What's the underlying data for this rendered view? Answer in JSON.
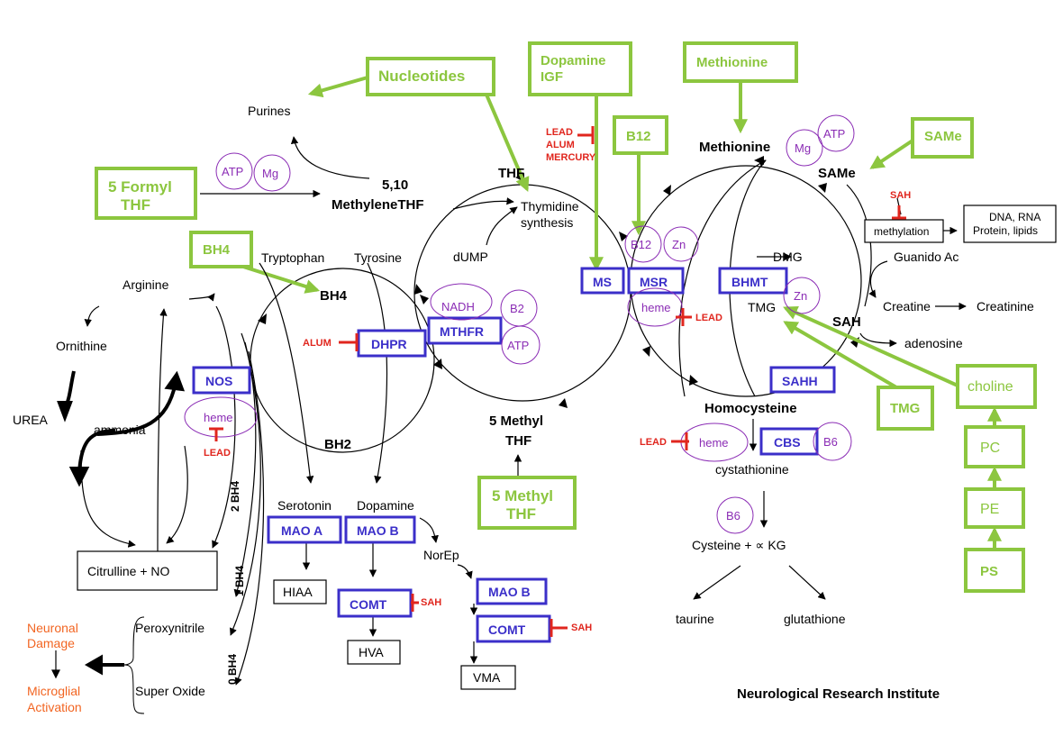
{
  "labels": {
    "nucleotides": "Nucleotides",
    "dopamine_igf_1": "Dopamine",
    "dopamine_igf_2": "IGF",
    "methionine_box": "Methionine",
    "b12_box": "B12",
    "same_box": "SAMe",
    "formyl_1": "5 Formyl",
    "formyl_2": "THF",
    "bh4_box": "BH4",
    "methyl_box_1": "5 Methyl",
    "methyl_box_2": "THF",
    "tmg_box": "TMG",
    "choline_box": "choline",
    "pc_box": "PC",
    "pe_box": "PE",
    "ps_box": "PS",
    "purines": "Purines",
    "methylene_1": "5,10",
    "methylene_2": "MethyleneTHF",
    "thf": "THF",
    "thymidine_1": "Thymidine",
    "thymidine_2": "synthesis",
    "dump": "dUMP",
    "tryptophan": "Tryptophan",
    "tyrosine": "Tyrosine",
    "arginine": "Arginine",
    "ornithine": "Ornithine",
    "urea": "UREA",
    "ammonia": "ammonia",
    "bh4": "BH4",
    "bh2": "BH2",
    "two_bh4": "2 BH4",
    "one_bh4": "1 BH4",
    "zero_bh4": "0 BH4",
    "citrulline": "Citrulline + NO",
    "peroxynitrile": "Peroxynitrile",
    "super_oxide": "Super Oxide",
    "neuronal_1": "Neuronal",
    "neuronal_2": "Damage",
    "microglial_1": "Microglial",
    "microglial_2": "Activation",
    "serotonin": "Serotonin",
    "dopamine": "Dopamine",
    "norep": "NorEp",
    "hiaa": "HIAA",
    "hva": "HVA",
    "vma": "VMA",
    "five_methyl_1": "5 Methyl",
    "five_methyl_2": "THF",
    "methionine": "Methionine",
    "same": "SAMe",
    "sah": "SAH",
    "methylation": "methylation",
    "dna_1": "DNA, RNA",
    "dna_2": "Protein, lipids",
    "dmg": "DMG",
    "tmg": "TMG",
    "guanido": "Guanido Ac",
    "creatine": "Creatine",
    "creatinine": "Creatinine",
    "adenosine": "adenosine",
    "homocysteine": "Homocysteine",
    "cystathionine": "cystathionine",
    "cysteine": "Cysteine + ∝ KG",
    "taurine": "taurine",
    "glutathione": "glutathione",
    "institute": "Neurological Research Institute"
  },
  "enzymes": {
    "nos": "NOS",
    "dhpr": "DHPR",
    "mthfr": "MTHFR",
    "ms": "MS",
    "msr": "MSR",
    "bhmt": "BHMT",
    "sahh": "SAHH",
    "cbs": "CBS",
    "mao_a": "MAO A",
    "mao_b": "MAO B",
    "comt": "COMT",
    "mao_b2": "MAO B",
    "comt2": "COMT"
  },
  "cofactors": {
    "atp": "ATP",
    "mg": "Mg",
    "nadh": "NADH",
    "b2": "B2",
    "b12": "B12",
    "zn": "Zn",
    "heme": "heme",
    "b6": "B6"
  },
  "inhibitors": {
    "lead": "LEAD",
    "alum": "ALUM",
    "mercury": "MERCURY",
    "sah": "SAH"
  },
  "colors": {
    "green": "#8cc63f",
    "enzyme_blue": "#3b2fc9",
    "cofactor_purple": "#8b2db5",
    "inhibitor_red": "#e0261e",
    "damage_orange": "#f26522"
  }
}
